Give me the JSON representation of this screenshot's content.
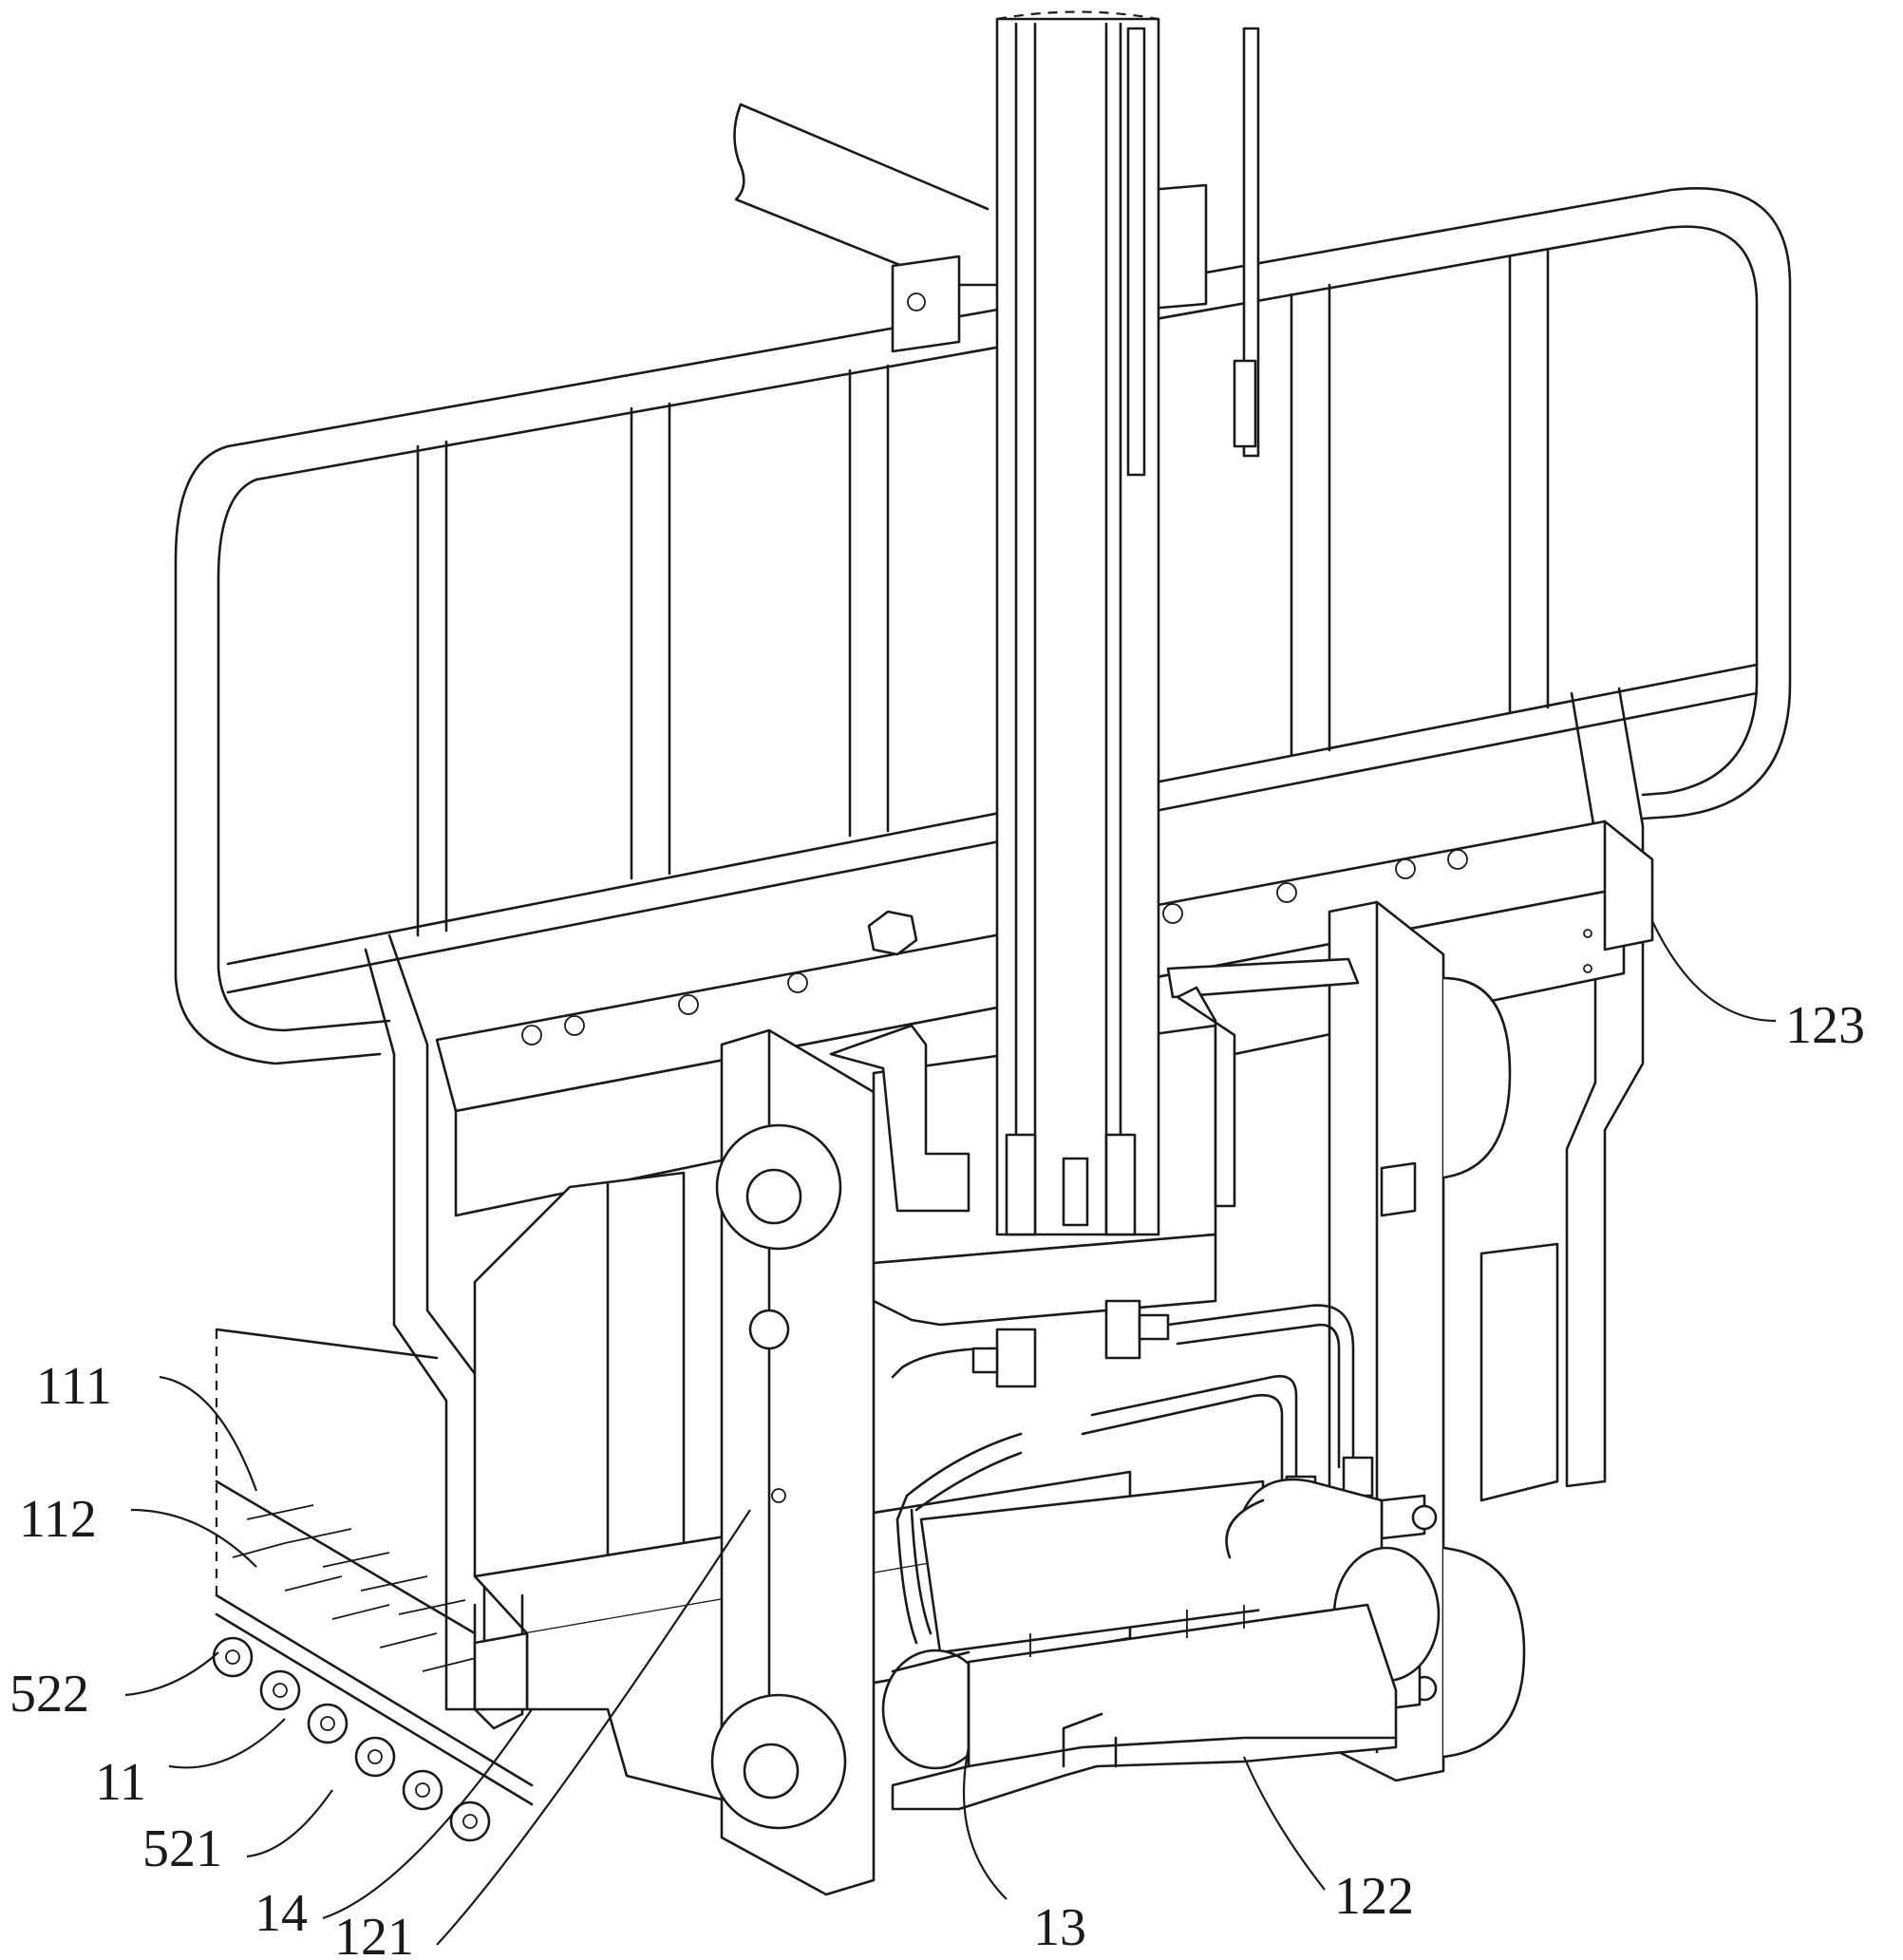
{
  "labels": {
    "l111": "111",
    "l112": "112",
    "l522": "522",
    "l11": "11",
    "l521": "521",
    "l14": "14",
    "l121": "121",
    "l13": "13",
    "l122": "122",
    "l123": "123"
  },
  "colors": {
    "line": "#1a1a1a",
    "background": "#ffffff"
  }
}
